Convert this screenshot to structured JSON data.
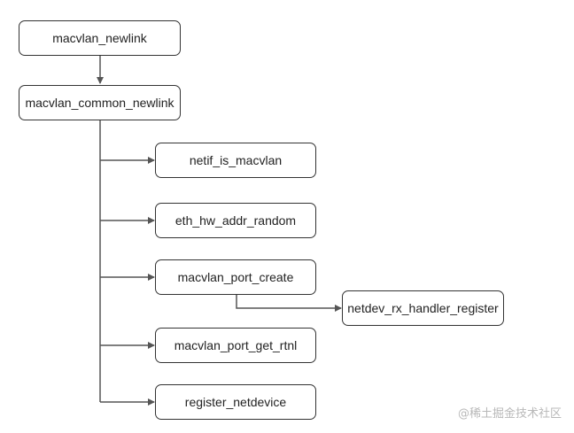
{
  "nodes": {
    "newlink": "macvlan_newlink",
    "common_newlink": "macvlan_common_newlink",
    "is_macvlan": "netif_is_macvlan",
    "addr_random": "eth_hw_addr_random",
    "port_create": "macvlan_port_create",
    "rx_handler_register": "netdev_rx_handler_register",
    "port_get_rtnl": "macvlan_port_get_rtnl",
    "register_netdevice": "register_netdevice"
  },
  "watermark": "@稀土掘金技术社区",
  "colors": {
    "line": "#555555",
    "border": "#333333",
    "text": "#222222",
    "watermark": "#b8b8b8"
  }
}
